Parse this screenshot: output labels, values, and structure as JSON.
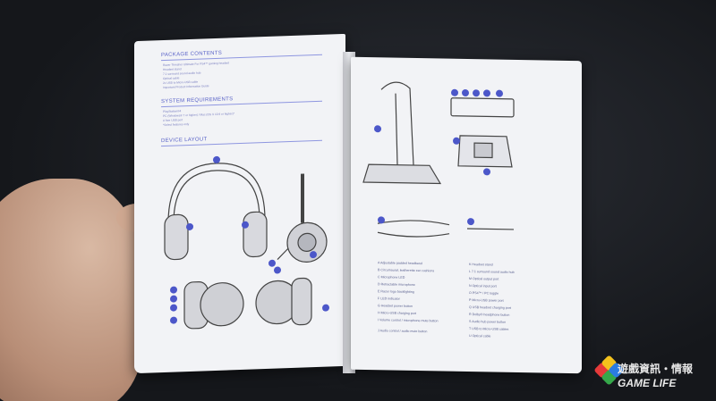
{
  "left_page": {
    "package_title": "PACKAGE CONTENTS",
    "package_items": [
      "Razer Thresher Ultimate For PS4™ gaming headset",
      "Headset stand",
      "7.1 surround sound audio hub",
      "Optical cable",
      "2x USB to Micro-USB cable",
      "Important Product Information Guide"
    ],
    "sysreq_title": "SYSTEM REQUIREMENTS",
    "sysreq_items": [
      "PlayStation®4",
      "PC (Windows® 7 or higher) / Mac (OS X 10.9 or higher)*",
      "A free USB port",
      "*Select features only"
    ],
    "layout_title": "DEVICE LAYOUT"
  },
  "right_page": {
    "callouts": [
      "A  Adjustable padded headband",
      "B  Circumaural, leatherette ear cushions",
      "C  Microphone LED",
      "D  Retractable microphone",
      "E  Razer logo backlighting",
      "F  LED indicator",
      "G  Headset power button",
      "H  Micro-USB charging port",
      "I  Volume control / microphone mute button",
      "J  Audio control / audio mute button",
      "K  Headset stand",
      "L  7.1 surround sound audio hub",
      "M  Optical output port",
      "N  Optical input port",
      "O  PS4™ / PC toggle",
      "P  Micro-USB power port",
      "Q  USB headset charging port",
      "R  Dolby® headphone button",
      "S  Audio hub power button",
      "T  USB to Micro-USB cables",
      "U  Optical cable"
    ]
  },
  "watermark": {
    "line1": "遊戲資訊・情報",
    "line2": "GAME LIFE"
  },
  "colors": {
    "accent": "#5a63c8",
    "paper": "#f2f3f6",
    "background": "#1b1d22"
  }
}
